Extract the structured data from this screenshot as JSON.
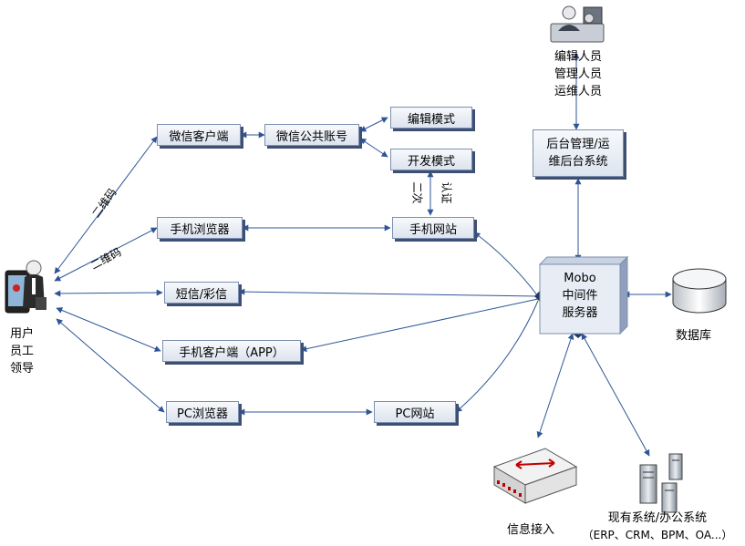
{
  "channels": {
    "wechat_client": "微信客户端",
    "wechat_public": "微信公共账号",
    "edit_mode": "编辑模式",
    "dev_mode": "开发模式",
    "mobile_browser": "手机浏览器",
    "mobile_site": "手机网站",
    "sms_mms": "短信/彩信",
    "mobile_app": "手机客户端（APP）",
    "pc_browser": "PC浏览器",
    "pc_site": "PC网站"
  },
  "backend": {
    "line1": "后台管理/运",
    "line2": "维后台系统"
  },
  "staff": {
    "line1": "编辑人员",
    "line2": "管理人员",
    "line3": "运维人员"
  },
  "middleware": {
    "line1": "Mobo",
    "line2": "中间件",
    "line3": "服务器"
  },
  "database": "数据库",
  "users": {
    "line1": "用户",
    "line2": "员工",
    "line3": "领导"
  },
  "edge_labels": {
    "qr1": "二维码",
    "qr2": "二维码",
    "auth_1": "二次",
    "auth_2": "认证"
  },
  "info_access": "信息接入",
  "existing": {
    "line1": "现有系统/办公系统",
    "line2": "（ERP、CRM、BPM、OA...）"
  },
  "colors": {
    "edge": "#2f5597",
    "box_border": "#7d8fae",
    "box_shadow": "#3d4f73"
  }
}
